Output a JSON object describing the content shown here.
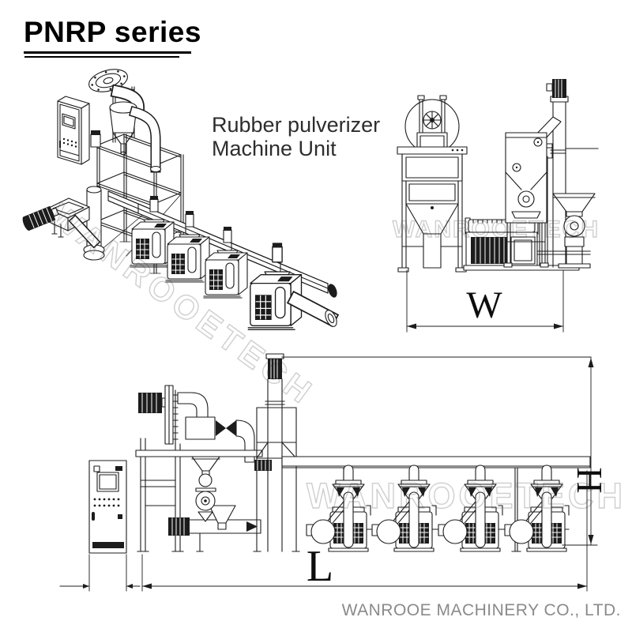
{
  "title": "PNRP series",
  "subtitle": {
    "line1": "Rubber pulverizer",
    "line2": "Machine Unit"
  },
  "dimensions": {
    "width_label": "W",
    "length_label": "L",
    "height_label": "H"
  },
  "watermark": {
    "text": "WANROOETECH",
    "color": "#cfcfcf"
  },
  "footer": {
    "company": "WANROOE MACHINERY CO., LTD.",
    "color": "#8a8a8a"
  },
  "colors": {
    "line": "#1c1c1c",
    "background": "#ffffff"
  }
}
